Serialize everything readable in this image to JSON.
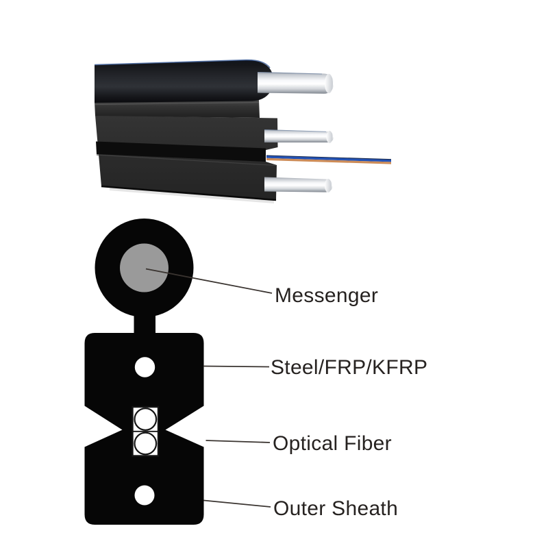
{
  "diagram": {
    "type": "ftth-drop-cable-construction",
    "labels": [
      {
        "id": "messenger",
        "text": "Messenger"
      },
      {
        "id": "strength-member",
        "text": "Steel/FRP/KFRP"
      },
      {
        "id": "optical-fiber",
        "text": "Optical Fiber"
      },
      {
        "id": "outer-sheath",
        "text": "Outer Sheath"
      }
    ]
  },
  "colors": {
    "background": "#ffffff",
    "sheath_black": "#060606",
    "messenger_core_gray": "#9a9a9a",
    "hole_white": "#ffffff",
    "fiber_unit_white": "#ffffff",
    "fiber_outline": "#141414",
    "fiber_blue": "#2352b5",
    "fiber_orange": "#cd8c58",
    "leader_line": "#3a3430",
    "label_text": "#262220"
  }
}
